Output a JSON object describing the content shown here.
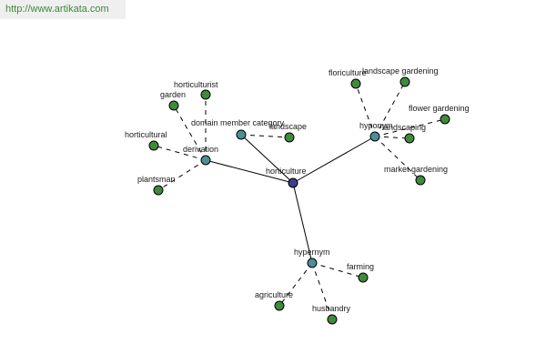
{
  "source_url": "http://www.artikata.com",
  "colors": {
    "root": "#3a3f8c",
    "relation": "#4e8f91",
    "leaf": "#3f8a3d",
    "edge": "#000000"
  },
  "root": {
    "id": "horticulture",
    "label": "horticulture"
  },
  "relations": [
    {
      "id": "domain-member-category",
      "label": "domain member category"
    },
    {
      "id": "derivation",
      "label": "derivation"
    },
    {
      "id": "hyponym",
      "label": "hyponym"
    },
    {
      "id": "hypernym",
      "label": "hypernym"
    }
  ],
  "terms": [
    {
      "id": "horticulturist",
      "label": "horticulturist",
      "relation": "derivation"
    },
    {
      "id": "garden",
      "label": "garden",
      "relation": "derivation"
    },
    {
      "id": "horticultural",
      "label": "horticultural",
      "relation": "derivation"
    },
    {
      "id": "plantsman",
      "label": "plantsman",
      "relation": "derivation"
    },
    {
      "id": "landscape",
      "label": "landscape",
      "relation": "domain-member-category"
    },
    {
      "id": "floriculture",
      "label": "floriculture",
      "relation": "hyponym"
    },
    {
      "id": "landscape-gardening",
      "label": "landscape gardening",
      "relation": "hyponym"
    },
    {
      "id": "flower-gardening",
      "label": "flower gardening",
      "relation": "hyponym"
    },
    {
      "id": "landscaping",
      "label": "landscaping",
      "relation": "hyponym"
    },
    {
      "id": "market-gardening",
      "label": "market gardening",
      "relation": "hyponym"
    },
    {
      "id": "farming",
      "label": "farming",
      "relation": "hypernym"
    },
    {
      "id": "agriculture",
      "label": "agriculture",
      "relation": "hypernym"
    },
    {
      "id": "husbandry",
      "label": "husbandry",
      "relation": "hypernym"
    }
  ]
}
